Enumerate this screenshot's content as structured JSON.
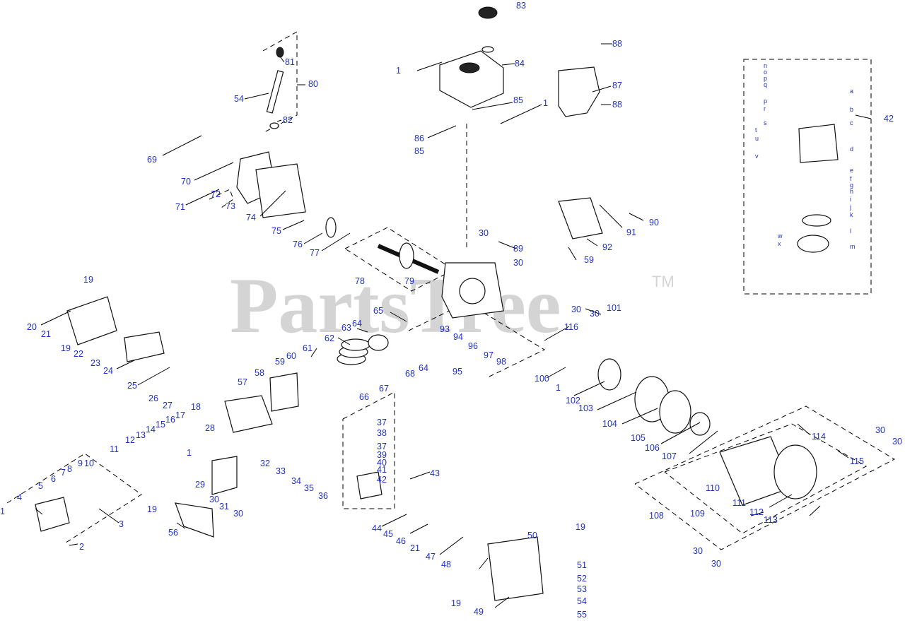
{
  "watermark": {
    "brand": "PartsTree",
    "trademark": "TM"
  },
  "inset_box_label": "42",
  "carburetor_sub_labels": [
    "n",
    "o",
    "p",
    "q",
    "a",
    "p",
    "r",
    "b",
    "s",
    "t",
    "u",
    "c",
    "v",
    "d",
    "e",
    "f",
    "g",
    "h",
    "i",
    "j",
    "k",
    "w",
    "x",
    "l",
    "m"
  ],
  "callouts": [
    "83",
    "88",
    "1",
    "84",
    "81",
    "80",
    "54",
    "82",
    "87",
    "85",
    "1",
    "88",
    "86",
    "85",
    "69",
    "70",
    "71",
    "72",
    "73",
    "74",
    "75",
    "76",
    "77",
    "91",
    "90",
    "92",
    "30",
    "89",
    "30",
    "59",
    "78",
    "79",
    "19",
    "20",
    "21",
    "19",
    "22",
    "23",
    "24",
    "25",
    "26",
    "27",
    "28",
    "65",
    "64",
    "63",
    "62",
    "61",
    "60",
    "59",
    "58",
    "57",
    "93",
    "94",
    "96",
    "97",
    "98",
    "95",
    "64",
    "68",
    "66",
    "67",
    "30",
    "101",
    "30",
    "116",
    "100",
    "1",
    "102",
    "103",
    "104",
    "105",
    "106",
    "107",
    "114",
    "115",
    "30",
    "30",
    "110",
    "111",
    "112",
    "113",
    "109",
    "108",
    "30",
    "30",
    "18",
    "17",
    "16",
    "15",
    "14",
    "13",
    "12",
    "11",
    "10",
    "9",
    "8",
    "7",
    "6",
    "5",
    "4",
    "1",
    "3",
    "2",
    "29",
    "30",
    "31",
    "30",
    "32",
    "33",
    "34",
    "35",
    "36",
    "37",
    "38",
    "37",
    "39",
    "40",
    "41",
    "42",
    "43",
    "44",
    "45",
    "46",
    "21",
    "47",
    "48",
    "19",
    "56",
    "50",
    "19",
    "51",
    "52",
    "53",
    "54",
    "55",
    "49",
    "19",
    "1"
  ]
}
